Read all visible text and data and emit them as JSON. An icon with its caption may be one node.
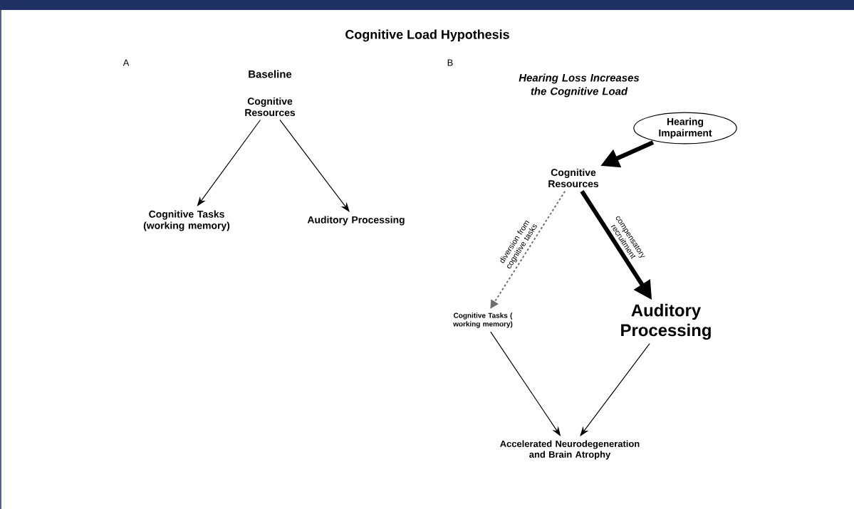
{
  "diagram": {
    "title": "Cognitive Load Hypothesis",
    "nodes": [
      {
        "text": [
          "Cognitive Resources"
        ]
      },
      {
        "text": [
          "Cognitive Tasks (working memory)"
        ]
      },
      {
        "text": [
          "Auditory Processing"
        ]
      },
      {
        "text": [
          "Hearing Impairment"
        ]
      },
      {
        "text": [
          "Cognitive Resources"
        ]
      },
      {
        "text": [
          "Cognitive Tasks ( working memory)"
        ]
      },
      {
        "text": [
          "Auditory Processing"
        ]
      },
      {
        "text": [
          "Accelerated Neurodegeneration and Brain Atrophy"
        ]
      }
    ],
    "edges": [
      {
        "from": 0,
        "to": 1,
        "arrow": "to"
      },
      {
        "from": 0,
        "to": 2,
        "arrow": "to"
      },
      {
        "from": 3,
        "to": 4,
        "arrow": "to",
        "style": "thick"
      },
      {
        "from": 4,
        "to": 5,
        "arrow": "to",
        "style": "dashed",
        "color": "#6e6e6e",
        "label": "diversion from cognitive tasks"
      },
      {
        "from": 4,
        "to": 6,
        "arrow": "to",
        "style": "thick",
        "label": "compensatory recruitment"
      },
      {
        "from": 5,
        "to": 7,
        "arrow": "to"
      },
      {
        "from": 6,
        "to": 7,
        "arrow": "to"
      }
    ],
    "labels": [
      "A",
      "Baseline",
      "B",
      "Hearing Loss Increases the Cognitive Load"
    ]
  }
}
